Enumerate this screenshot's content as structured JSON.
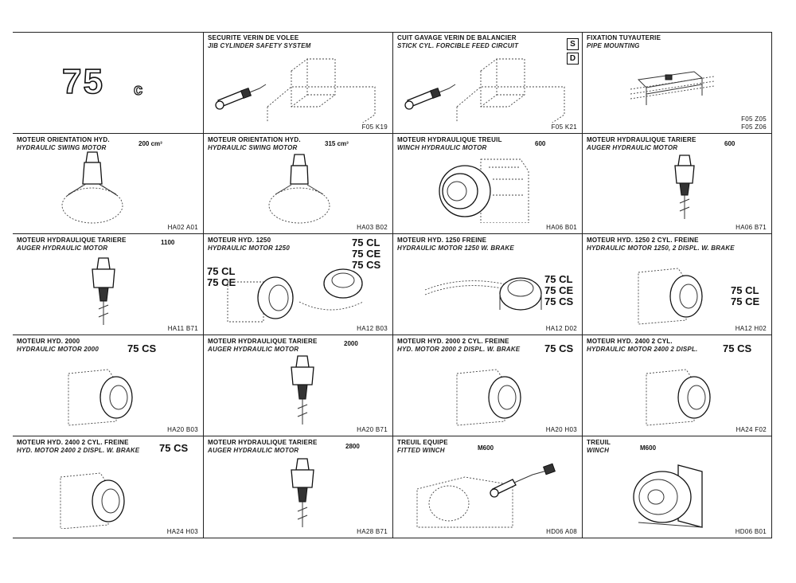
{
  "model": {
    "number": "75",
    "suffix": "c"
  },
  "cells": [
    {
      "id": "r1c1"
    },
    {
      "id": "r1c2",
      "fr": "SECURITE VERIN DE VOLEE",
      "en": "JIB CYLINDER SAFETY SYSTEM",
      "code": "F05 K19"
    },
    {
      "id": "r1c3",
      "fr": "CUIT GAVAGE VERIN DE BALANCIER",
      "en": "STICK CYL. FORCIBLE FEED CIRCUIT",
      "code": "F05 K21",
      "badges": [
        "S",
        "D"
      ]
    },
    {
      "id": "r1c4",
      "fr": "FIXATION TUYAUTERIE",
      "en": "PIPE MOUNTING",
      "code": "F05 Z06",
      "code2": "F05 Z05"
    },
    {
      "id": "r2c1",
      "fr": "MOTEUR ORIENTATION HYD.",
      "en": "HYDRAULIC SWING MOTOR",
      "spec": "200 cm³",
      "code": "HA02 A01"
    },
    {
      "id": "r2c2",
      "fr": "MOTEUR ORIENTATION HYD.",
      "en": "HYDRAULIC SWING MOTOR",
      "spec": "315 cm³",
      "code": "HA03 B02"
    },
    {
      "id": "r2c3",
      "fr": "MOTEUR HYDRAULIQUE TREUIL",
      "en": "WINCH HYDRAULIC MOTOR",
      "spec": "600",
      "code": "HA06 B01"
    },
    {
      "id": "r2c4",
      "fr": "MOTEUR HYDRAULIQUE TARIERE",
      "en": "AUGER HYDRAULIC MOTOR",
      "spec": "600",
      "code": "HA06 B71"
    },
    {
      "id": "r3c1",
      "fr": "MOTEUR HYDRAULIQUE TARIERE",
      "en": "AUGER HYDRAULIC MOTOR",
      "spec": "1100",
      "code": "HA11 B71"
    },
    {
      "id": "r3c2",
      "fr": "MOTEUR HYD. 1250",
      "en": "HYDRAULIC MOTOR 1250",
      "code": "HA12 B03",
      "variants_a": [
        "75 CL",
        "75 CE",
        "75 CS"
      ],
      "variants_b": [
        "75 CL",
        "75 CE"
      ]
    },
    {
      "id": "r3c3",
      "fr": "MOTEUR HYD. 1250 FREINE",
      "en": "HYDRAULIC MOTOR 1250 W. BRAKE",
      "code": "HA12 D02",
      "variants": [
        "75 CL",
        "75 CE",
        "75 CS"
      ]
    },
    {
      "id": "r3c4",
      "fr": "MOTEUR HYD. 1250 2 CYL. FREINE",
      "en": "HYDRAULIC MOTOR 1250, 2 DISPL. W. BRAKE",
      "code": "HA12 H02",
      "variants": [
        "75 CL",
        "75 CE"
      ]
    },
    {
      "id": "r4c1",
      "fr": "MOTEUR HYD. 2000",
      "en": "HYDRAULIC MOTOR 2000",
      "code": "HA20 B03",
      "variants": [
        "75 CS"
      ]
    },
    {
      "id": "r4c2",
      "fr": "MOTEUR HYDRAULIQUE TARIERE",
      "en": "AUGER HYDRAULIC MOTOR",
      "spec": "2000",
      "code": "HA20 B71"
    },
    {
      "id": "r4c3",
      "fr": "MOTEUR HYD. 2000 2 CYL. FREINE",
      "en": "HYD. MOTOR 2000 2 DISPL. W. BRAKE",
      "code": "HA20 H03",
      "variants": [
        "75 CS"
      ]
    },
    {
      "id": "r4c4",
      "fr": "MOTEUR HYD. 2400 2 CYL.",
      "en": "HYDRAULIC MOTOR 2400 2 DISPL.",
      "code": "HA24 F02",
      "variants": [
        "75 CS"
      ]
    },
    {
      "id": "r5c1",
      "fr": "MOTEUR HYD. 2400 2 CYL. FREINE",
      "en": "HYD. MOTOR 2400 2 DISPL. W. BRAKE",
      "code": "HA24 H03",
      "variants": [
        "75 CS"
      ]
    },
    {
      "id": "r5c2",
      "fr": "MOTEUR HYDRAULIQUE TARIERE",
      "en": "AUGER HYDRAULIC MOTOR",
      "spec": "2800",
      "code": "HA28 B71"
    },
    {
      "id": "r5c3",
      "fr": "TREUIL EQUIPE",
      "en": "FITTED WINCH",
      "spec": "M600",
      "code": "HD06 A08"
    },
    {
      "id": "r5c4",
      "fr": "TREUIL",
      "en": "WINCH",
      "spec": "M600",
      "code": "HD06 B01"
    }
  ]
}
